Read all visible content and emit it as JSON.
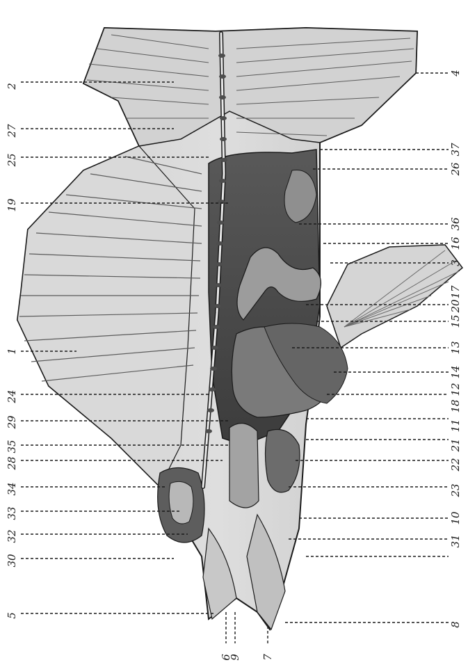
{
  "figure": {
    "subject": "Dissected fish, lateral view (anatomical engraving)"
  },
  "labels_left": [
    "2",
    "27",
    "25",
    "19",
    "1",
    "24",
    "29",
    "35",
    "28",
    "34",
    "33",
    "32",
    "30",
    "5"
  ],
  "labels_right": [
    "4",
    "37",
    "26",
    "36",
    "16",
    "3",
    "17",
    "20",
    "15",
    "13",
    "14",
    "12",
    "18",
    "11",
    "21",
    "22",
    "23",
    "10",
    "31",
    "8"
  ],
  "labels_bottom": [
    "6",
    "9",
    "7"
  ],
  "colors": {
    "ink": "#1a1a1a",
    "paper": "#ffffff",
    "body_light": "#d8d8d8",
    "body_mid": "#a9a9a9",
    "cavity_dark": "#4a4a4a"
  }
}
